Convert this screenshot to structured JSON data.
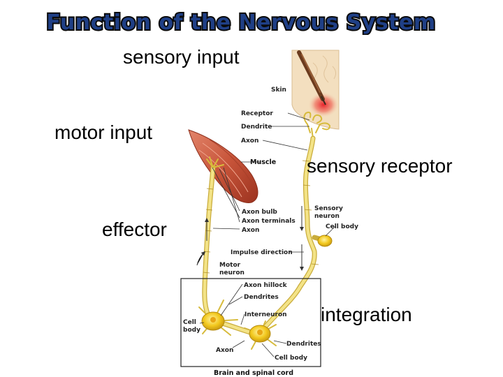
{
  "title": "Function of the Nervous System",
  "terms": {
    "sensory_input": "sensory input",
    "motor_input": "motor input",
    "sensory_receptor": "sensory receptor",
    "effector": "effector",
    "integration": "integration"
  },
  "figure_labels": {
    "skin": "Skin",
    "receptor": "Receptor",
    "dendrite": "Dendrite",
    "axon_top": "Axon",
    "muscle": "Muscle",
    "axon_bulb": "Axon bulb",
    "axon_terminals": "Axon terminals",
    "axon_mid": "Axon",
    "sensory_neuron_1": "Sensory",
    "sensory_neuron_2": "neuron",
    "cell_body_right": "Cell body",
    "impulse_direction": "Impulse direction",
    "motor_neuron_1": "Motor",
    "motor_neuron_2": "neuron",
    "axon_hillock": "Axon hillock",
    "dendrites_top": "Dendrites",
    "interneuron": "Interneuron",
    "cell_body_left_1": "Cell",
    "cell_body_left_2": "body",
    "axon_bottom": "Axon",
    "dendrites_bottom": "Dendrites",
    "cell_body_bottom": "Cell body",
    "brain_spinal_cord": "Brain and spinal cord"
  },
  "colors": {
    "title_fill": "#1f3f86",
    "nerve": "#c9ac3c",
    "muscle": "#c8553a",
    "cell_body": "#f2c81d"
  },
  "icons": [
    "skin-patch",
    "pin-needle",
    "muscle",
    "neuron-cell-body",
    "arrow"
  ]
}
